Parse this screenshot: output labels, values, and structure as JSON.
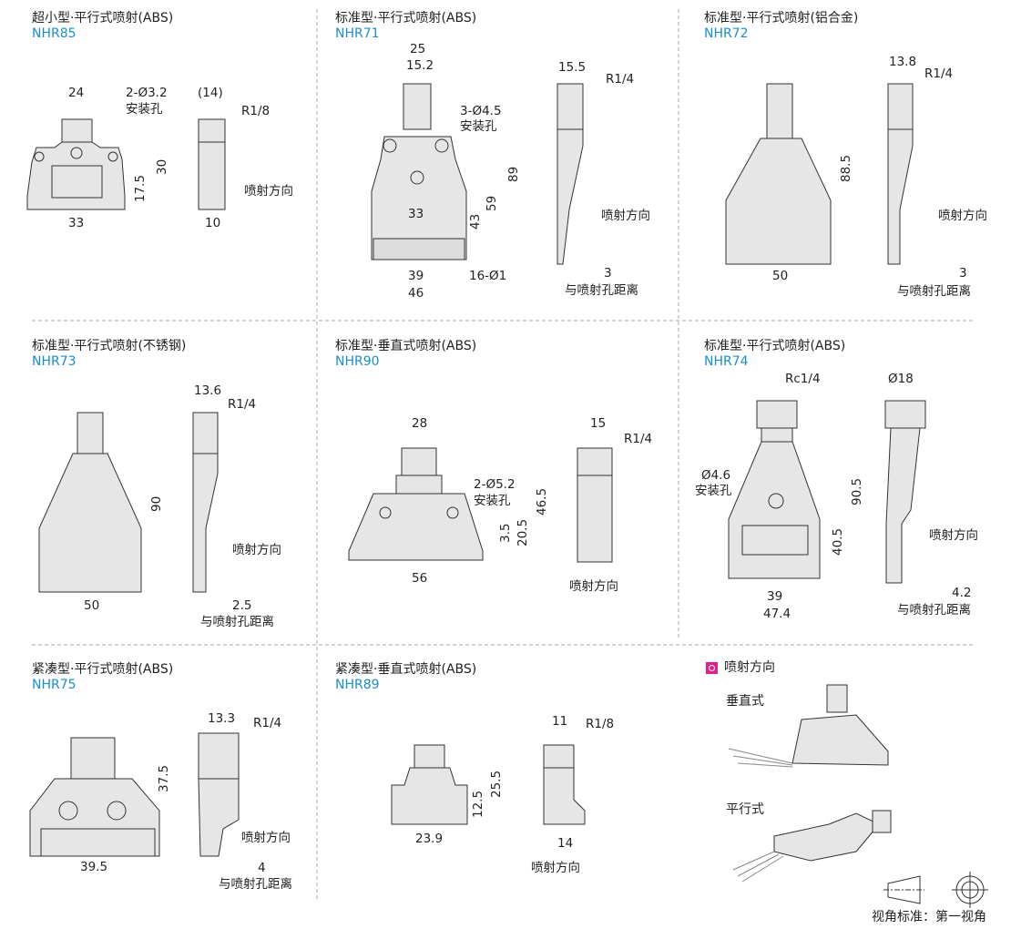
{
  "panels": [
    {
      "title": "超小型·平行式喷射(ABS)",
      "model": "NHR85",
      "dims": [
        "24",
        "2-Ø3.2",
        "安装孔",
        "(14)",
        "R1/8",
        "30",
        "17.5",
        "喷射方向",
        "33",
        "10"
      ]
    },
    {
      "title": "标准型·平行式喷射(ABS)",
      "model": "NHR71",
      "dims": [
        "25",
        "15.2",
        "3-Ø4.5",
        "安装孔",
        "15.5",
        "R1/4",
        "33",
        "43",
        "59",
        "89",
        "喷射方向",
        "39",
        "16-Ø1",
        "46",
        "3",
        "与喷射孔距离"
      ]
    },
    {
      "title": "标准型·平行式喷射(铝合金)",
      "model": "NHR72",
      "dims": [
        "13.8",
        "R1/4",
        "88.5",
        "喷射方向",
        "50",
        "3",
        "与喷射孔距离"
      ]
    },
    {
      "title": "标准型·平行式喷射(不锈钢)",
      "model": "NHR73",
      "dims": [
        "13.6",
        "R1/4",
        "90",
        "喷射方向",
        "50",
        "2.5",
        "与喷射孔距离"
      ]
    },
    {
      "title": "标准型·垂直式喷射(ABS)",
      "model": "NHR90",
      "dims": [
        "28",
        "15",
        "R1/4",
        "2-Ø5.2",
        "安装孔",
        "46.5",
        "20.5",
        "3.5",
        "56",
        "喷射方向"
      ]
    },
    {
      "title": "标准型·平行式喷射(ABS)",
      "model": "NHR74",
      "dims": [
        "Rc1/4",
        "Ø18",
        "Ø4.6",
        "安装孔",
        "90.5",
        "40.5",
        "喷射方向",
        "39",
        "4.2",
        "47.4",
        "与喷射孔距离"
      ]
    },
    {
      "title": "紧凑型·平行式喷射(ABS)",
      "model": "NHR75",
      "dims": [
        "13.3",
        "R1/4",
        "37.5",
        "喷射方向",
        "39.5",
        "4",
        "与喷射孔距离"
      ]
    },
    {
      "title": "紧凑型·垂直式喷射(ABS)",
      "model": "NHR89",
      "dims": [
        "11",
        "R1/8",
        "25.5",
        "12.5",
        "23.9",
        "14",
        "喷射方向"
      ]
    }
  ],
  "legend": {
    "heading": "喷射方向",
    "vertical": "垂直式",
    "parallel": "平行式",
    "view_standard": "视角标准：第一视角",
    "accent": "#e0218a"
  },
  "colors": {
    "model": "#1a8fc9",
    "part_fill": "#e6e6e6",
    "line": "#333333"
  }
}
